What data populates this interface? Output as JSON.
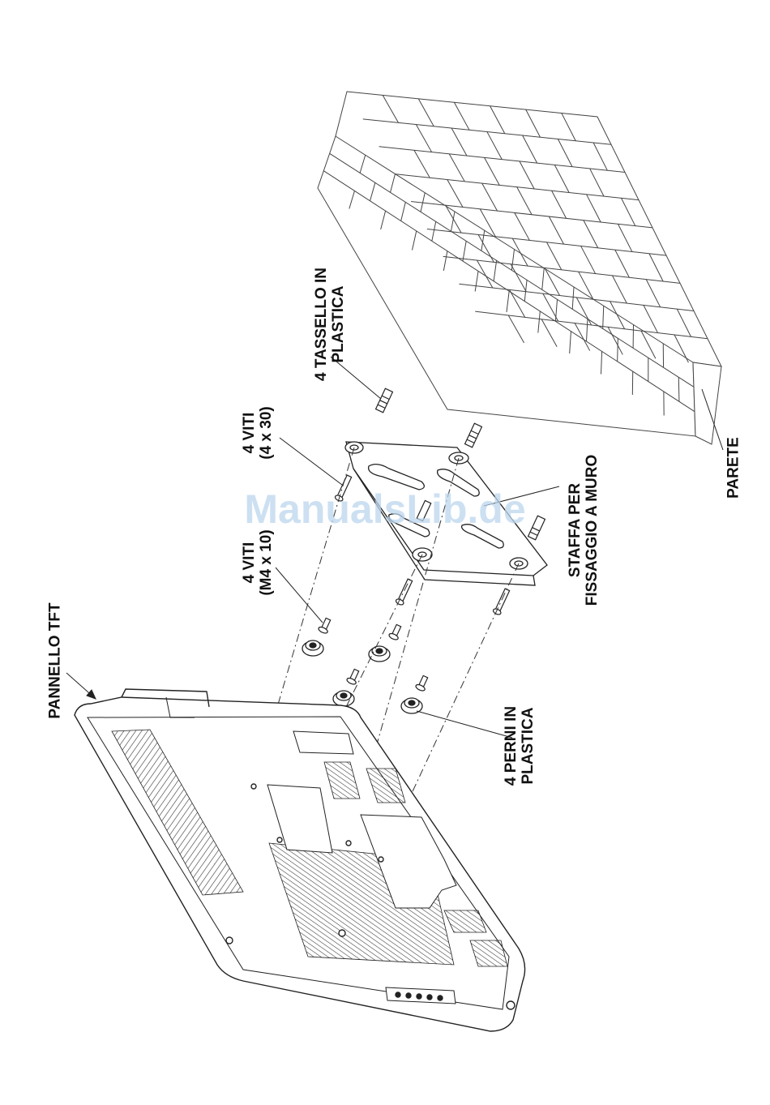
{
  "labels": {
    "pannello_tft": "PANNELLO TFT",
    "viti_m4_line1": "4 VITI",
    "viti_m4_line2": "(M4 x 10)",
    "viti_4x30_line1": "4 VITI",
    "viti_4x30_line2": "(4 x 30)",
    "tassello_line1": "4 TASSELLO IN",
    "tassello_line2": "PLASTICA",
    "perni_line1": "4 PERNI IN",
    "perni_line2": "PLASTICA",
    "staffa_line1": "STAFFA PER",
    "staffa_line2": "FISSAGGIO A MURO",
    "parete": "PARETE"
  },
  "watermark": "ManualsLib.de",
  "colors": {
    "line": "#222222",
    "watermark": "#bcd6ee"
  }
}
